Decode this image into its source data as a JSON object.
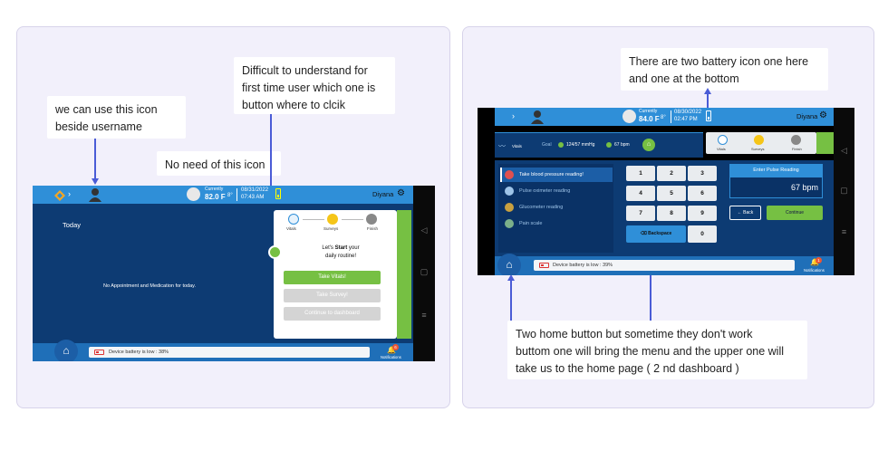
{
  "left": {
    "notes": {
      "icon_beside_username": "we can use this icon\nbeside  username",
      "no_need_icon": "No need of this icon",
      "difficult": "Difficult to understand for\nfirst time user which one is\nbutton  where to clcik"
    },
    "screen": {
      "currently_label": "Currently",
      "temperature": "82.0 F",
      "temp_unit_icon": "8°",
      "date": "08/31/2022",
      "time": "07:43 AM",
      "username": "Diyana",
      "today_label": "Today",
      "empty_message": "No Appointment and Medication for today.",
      "battery_message": "Device battery is low : 38%",
      "notifications_label": "Notifications",
      "notifications_count": "6",
      "steps": [
        "Vitals",
        "Surveys",
        "Finish"
      ],
      "routine_prefix": "Let's ",
      "routine_bold": "Start",
      "routine_suffix": " your",
      "routine_line2": "daily routine!",
      "take_vitals": "Take Vitals!",
      "take_survey": "Take Survey!",
      "continue_dashboard": "Continue to dashboard"
    }
  },
  "right": {
    "notes": {
      "battery_two": "There are two battery icon one here\nand one at the bottom",
      "home_two": "Two home button but sometime they don't work\nbuttom one will bring the menu and the upper one will\ntake us to the home page ( 2 nd dashboard )"
    },
    "screen": {
      "currently_label": "Currently",
      "temperature": "84.0 F",
      "temp_unit_icon": "8°",
      "date": "08/30/2022",
      "time": "02:47 PM",
      "username": "Diyana",
      "vitals_label": "Vitals",
      "goal_label": "Goal",
      "goal_bp": "124/57 mmHg",
      "goal_pulse": "67 bpm",
      "steps": [
        "Vitals",
        "Surveys",
        "Finish"
      ],
      "list": [
        "Take blood pressure reading!",
        "Pulse oximeter reading",
        "Glucometer reading",
        "Pain scale"
      ],
      "keys": [
        "1",
        "2",
        "3",
        "4",
        "5",
        "6",
        "7",
        "8",
        "9"
      ],
      "backspace": "Backspace",
      "zero": "0",
      "enter_title": "Enter Pulse Reading",
      "reading": "67 bpm",
      "back": "Back",
      "continue": "Continue",
      "battery_message": "Device battery is low : 39%",
      "notifications_label": "Notifications",
      "notifications_count": "1"
    }
  }
}
